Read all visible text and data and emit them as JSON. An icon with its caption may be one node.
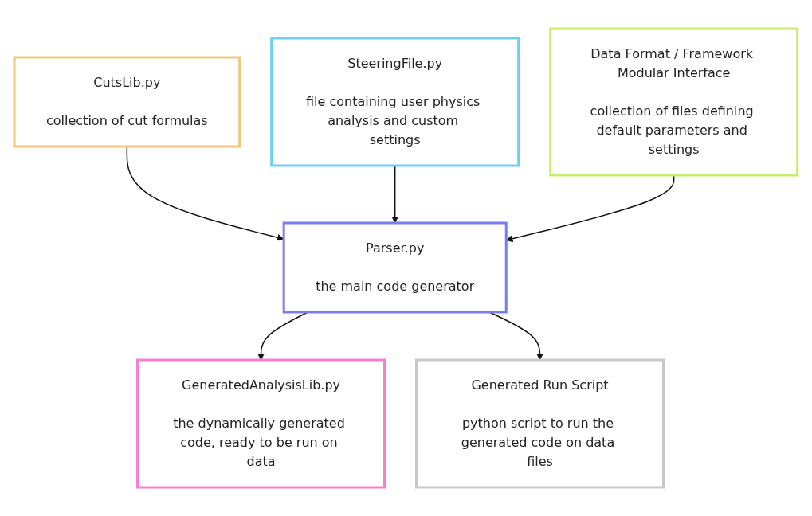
{
  "diagram": {
    "nodes": [
      {
        "text": [
          "CutsLib.py",
          "collection of cut formulas"
        ]
      },
      {
        "text": [
          "SteeringFile.py",
          "file containing user physics analysis and custom settings"
        ]
      },
      {
        "text": [
          "Data Format / Framework Modular Interface",
          "collection of files defining default parameters and settings"
        ]
      },
      {
        "text": [
          "Parser.py",
          "the main code generator"
        ]
      },
      {
        "text": [
          "GeneratedAnalysisLib.py",
          "the dynamically generated code, ready to be run on data"
        ]
      },
      {
        "text": [
          "Generated Run Script",
          "python script to run the generated code on data files"
        ]
      }
    ],
    "edges": [
      {
        "from": 0,
        "to": 3,
        "arrow": "to"
      },
      {
        "from": 1,
        "to": 3,
        "arrow": "to"
      },
      {
        "from": 2,
        "to": 3,
        "arrow": "to"
      },
      {
        "from": 3,
        "to": 4,
        "arrow": "to"
      },
      {
        "from": 3,
        "to": 5,
        "arrow": "to"
      }
    ]
  }
}
